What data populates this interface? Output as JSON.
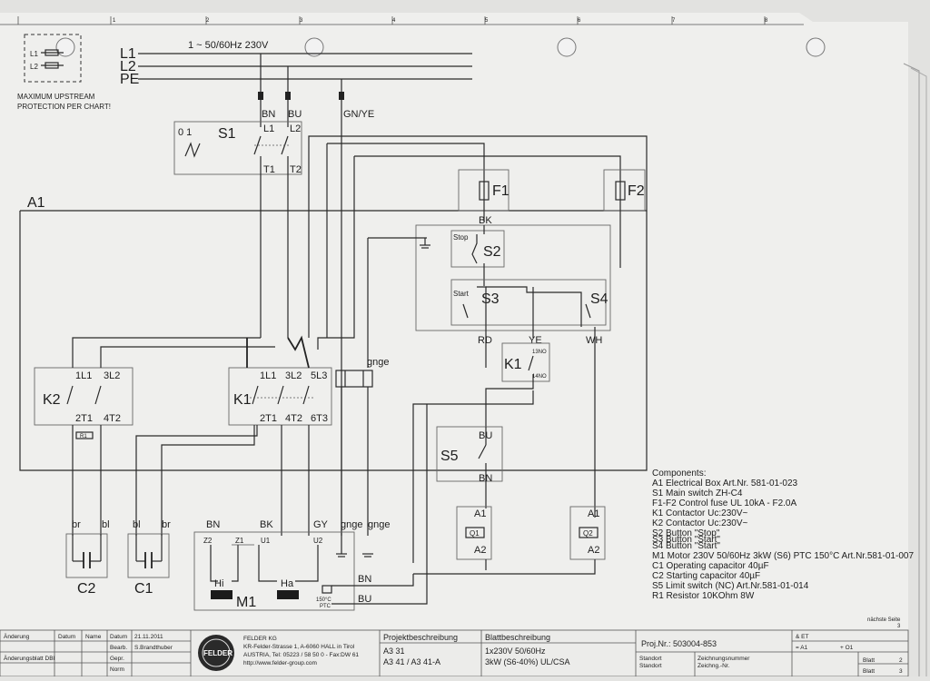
{
  "ruler": {
    "cols": [
      "1",
      "2",
      "3",
      "4",
      "5",
      "6",
      "7",
      "8"
    ]
  },
  "supply": {
    "lines": [
      "L1",
      "L2",
      "PE"
    ],
    "spec": "1 ~ 50/60Hz 230V",
    "key_l1": "L1",
    "key_l2": "L2",
    "note1": "MAXIMUM UPSTREAM",
    "note2": "PROTECTION PER CHART!"
  },
  "wires": {
    "bn": "BN",
    "bu": "BU",
    "gnye": "GN/YE",
    "bk": "BK",
    "rd": "RD",
    "ye": "YE",
    "wh": "WH",
    "gnge1": "gnge",
    "gnge2": "gnge",
    "gnge3": "gnge",
    "br1": "br",
    "bl1": "bl",
    "bl2": "bl",
    "br2": "br",
    "m_bn": "BN",
    "m_bk": "BK",
    "m_gy": "GY",
    "s5_bu": "BU",
    "s5_bn": "BN",
    "m_out_bn": "BN",
    "m_out_bu": "BU"
  },
  "s1": {
    "name": "S1",
    "pos": "0 1",
    "l1": "L1",
    "l2": "L2",
    "t1": "T1",
    "t2": "T2"
  },
  "a1": {
    "name": "A1"
  },
  "fuses": {
    "f1": "F1",
    "f2": "F2"
  },
  "s2": {
    "name": "S2",
    "label": "Stop"
  },
  "s3": {
    "name": "S3",
    "label": "Start"
  },
  "s4": {
    "name": "S4"
  },
  "k1aux": {
    "name": "K1",
    "t13": "13NO",
    "t14": "14NO"
  },
  "k2": {
    "name": "K2",
    "t1": "1L1",
    "t3": "3L2",
    "t2": "2T1",
    "t4": "4T2",
    "r1": "R1"
  },
  "k1": {
    "name": "K1",
    "t1": "1L1",
    "t3": "3L2",
    "t5": "5L3",
    "t2": "2T1",
    "t4": "4T2",
    "t6": "6T3"
  },
  "s5": {
    "name": "S5"
  },
  "q1": {
    "name": "Q1",
    "a1": "A1",
    "a2": "A2"
  },
  "q2": {
    "name": "Q2",
    "a1": "A1",
    "a2": "A2"
  },
  "caps": {
    "c2": "C2",
    "c1": "C1"
  },
  "m1": {
    "name": "M1",
    "z2": "Z2",
    "z1": "Z1",
    "u1": "U1",
    "u2": "U2",
    "hi": "Hi",
    "ha": "Ha",
    "ptc1": "150°C",
    "ptc2": "PTC"
  },
  "components": {
    "title": "Components:",
    "items": [
      "A1 Electrical Box Art.Nr. 581-01-023",
      "S1 Main switch ZH-C4",
      "F1-F2 Control fuse UL 10kA - F2.0A",
      "K1 Contactor Uc:230V~",
      "K2 Contactor Uc:230V~",
      "S2 Button \"Stop\"",
      "S3 Button \"Start\"",
      "S4 Button \"Start\"",
      "M1 Motor 230V 50/60Hz 3kW (S6) PTC 150°C Art.Nr.581-01-007",
      "C1 Operating capacitor 40µF",
      "C2 Starting capacitor 40µF",
      "S5 Limit switch (NC) Art.Nr.581-01-014",
      "R1 Resistor 10KOhm 8W"
    ]
  },
  "next_page": "nächste Seite",
  "next_page_num": "3",
  "titleblock": {
    "rev_labels": [
      "Änderung",
      "Datum",
      "Name"
    ],
    "rev_row2": "Änderungsblatt DBI",
    "datum_label": "Datum",
    "datum": "21.11.2011",
    "bearb_label": "Bearb.",
    "bearb": "S.Brandthuber",
    "gepr_label": "Gepr.",
    "norm_label": "Norm",
    "logo": "FELDER",
    "company": "FELDER KG",
    "addr1": "KR-Felder-Strasse 1, A-6060 HALL in Tirol",
    "addr2": "AUSTRIA, Tel: 05223 / 58 50 0 - Fax:DW 61",
    "web": "http://www.felder-group.com",
    "proj_head": "Projektbeschreibung",
    "proj1": "A3 31",
    "proj2": "A3 41 / A3 41-A",
    "blatt_head": "Blattbeschreibung",
    "blatt1": "1x230V 50/60Hz",
    "blatt2": "3kW (S6-40%) UL/CSA",
    "projnr": "Proj.Nr.: 503004-853",
    "et": "& ET",
    "a1": "= A1",
    "o1": "+ O1",
    "standort": "Standort",
    "zeich1": "Zeichnungsnummer",
    "zeich2": "Zeichng.-Nr.",
    "blatt_l1": "Blatt",
    "blatt_v1": "2",
    "blatt_l2": "Blatt",
    "blatt_v2": "3"
  }
}
